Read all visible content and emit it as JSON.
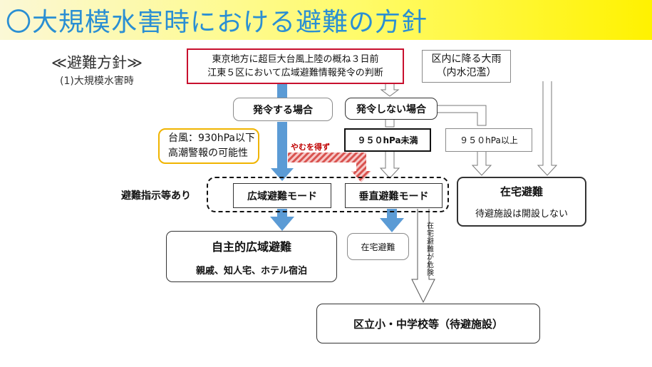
{
  "title": "〇大規模水害時における避難の方針",
  "subheading": "≪避難方針≫",
  "subsubheading": "(1)大規模水害時",
  "top_red_box": {
    "line1": "東京地方に超巨大台風上陸の概ね３日前",
    "line2": "江東５区において広域避難情報発令の判断"
  },
  "rain_box": {
    "line1": "区内に降る大雨",
    "line2": "（内水氾濫）"
  },
  "issue_box": "発令する場合",
  "no_issue_box": "発令しない場合",
  "under950_box": "９５０hPa未満",
  "over950_box": "９５０hPa以上",
  "typhoon_box": {
    "line1": "台風：930hPa以下",
    "line2": "高潮警報の可能性"
  },
  "unavoidable_label": "やむを得ず",
  "evac_instruction_label": "避難指示等あり",
  "wide_mode_box": "広域避難モード",
  "vertical_mode_box": "垂直避難モード",
  "home_evac_right": {
    "title": "在宅避難",
    "sub": "待避施設は開設しない"
  },
  "voluntary_box": {
    "title": "自主的広域避難",
    "sub": "親戚、知人宅、ホテル宿泊"
  },
  "home_evac_small": "在宅避難",
  "danger_vertical_label": "在宅避難が危険",
  "school_box": "区立小・中学校等（待避施設）",
  "colors": {
    "title": "#2a8fd3",
    "blue_arrow": "#5b9bd5",
    "red_border": "#c8102e",
    "yellow_border": "#f0b400"
  }
}
